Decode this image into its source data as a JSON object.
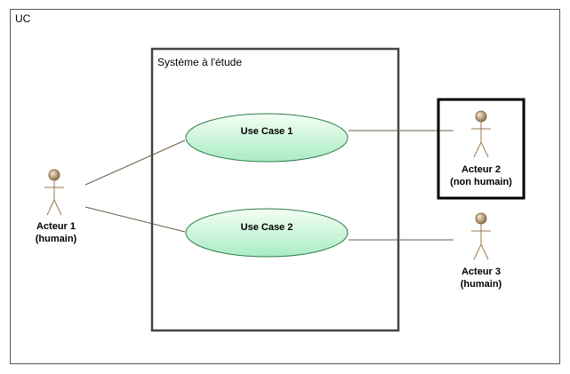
{
  "frame": {
    "title": "UC"
  },
  "system": {
    "title": "Système à l'étude"
  },
  "use_cases": [
    {
      "label": "Use Case 1"
    },
    {
      "label": "Use Case 2"
    }
  ],
  "actors": [
    {
      "line1": "Acteur 1",
      "line2": "(humain)"
    },
    {
      "line1": "Acteur 2",
      "line2": "(non humain)"
    },
    {
      "line1": "Acteur 3",
      "line2": "(humain)"
    }
  ],
  "colors": {
    "frame_border": "#555555",
    "system_border": "#444444",
    "highlight_border": "#000000",
    "use_case_fill_light": "#f4fff4",
    "use_case_fill_dark": "#a9ecc4",
    "use_case_stroke": "#2e7d4a",
    "actor_head_light": "#f4e7d4",
    "actor_head_dark": "#8a6a40",
    "actor_line": "#9a7a50",
    "association_line": "#6b5b44"
  }
}
